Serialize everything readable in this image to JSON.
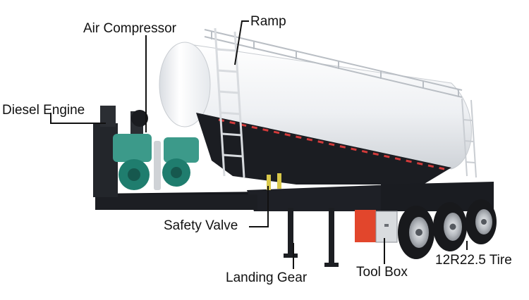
{
  "labels": {
    "air_compressor": "Air Compressor",
    "ramp": "Ramp",
    "diesel_engine": "Diesel Engine",
    "safety_valve": "Safety Valve",
    "landing_gear": "Landing Gear",
    "tool_box": "Tool Box",
    "tire": "12R22.5 Tire"
  },
  "colors": {
    "tank_body": "#f2f3f5",
    "tank_shadow": "#1b1d22",
    "frame": "#15171c",
    "compressor_green": "#1f7d6e",
    "tool_box": "#e2462c",
    "tire": "#18191c",
    "rim": "#c9ccd0",
    "leader_line": "#111111",
    "label_text": "#111111"
  }
}
